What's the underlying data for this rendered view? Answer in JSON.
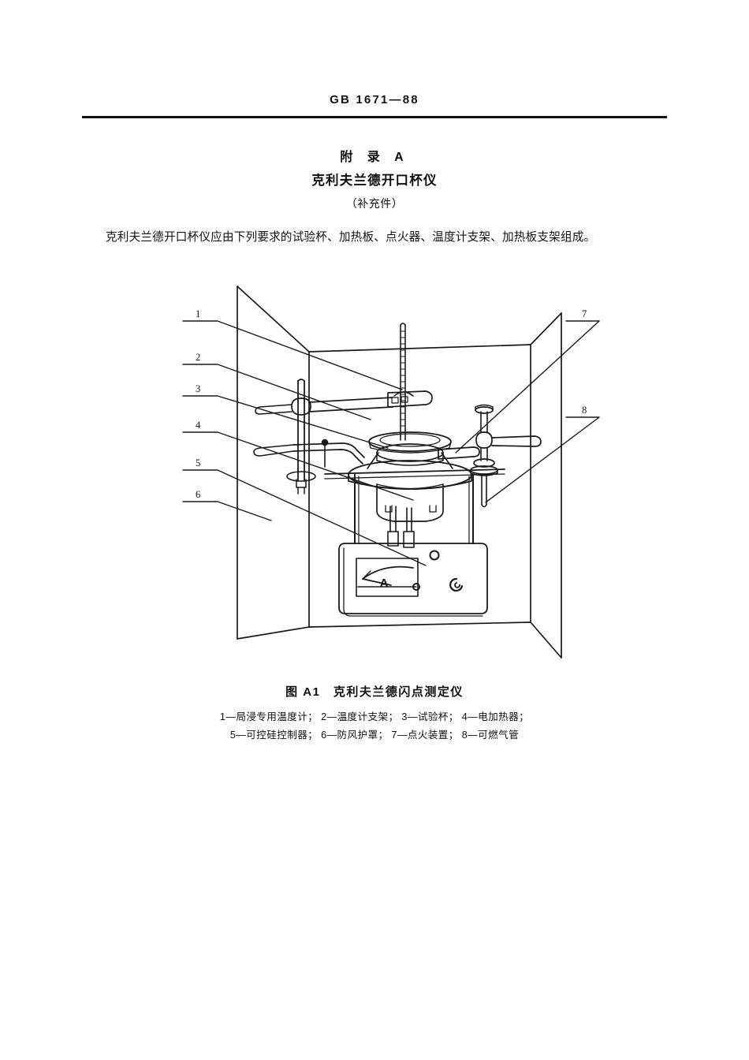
{
  "header": {
    "standard_number": "GB 1671—88"
  },
  "appendix": {
    "label": "附 录 A",
    "title": "克利夫兰德开口杯仪",
    "subtitle": "（补充件）",
    "intro": "克利夫兰德开口杯仪应由下列要求的试验杯、加热板、点火器、温度计支架、加热板支架组成。"
  },
  "figure": {
    "caption": "图 A1　克利夫兰德闪点测定仪",
    "legend_line_1": "1—局浸专用温度计； 2—温度计支架； 3—试验杯； 4—电加热器；",
    "legend_line_2": "5—可控硅控制器； 6—防风护罩； 7—点火装置； 8—可燃气管",
    "callouts": [
      {
        "number": "1",
        "label": "局浸专用温度计"
      },
      {
        "number": "2",
        "label": "温度计支架"
      },
      {
        "number": "3",
        "label": "试验杯"
      },
      {
        "number": "4",
        "label": "电加热器"
      },
      {
        "number": "5",
        "label": "可控硅控制器"
      },
      {
        "number": "6",
        "label": "防风护罩"
      },
      {
        "number": "7",
        "label": "点火装置"
      },
      {
        "number": "8",
        "label": "可燃气管"
      }
    ],
    "meter_symbol": "A"
  },
  "colors": {
    "ink": "#111111",
    "paper": "#ffffff",
    "line": "#1a1a1a"
  }
}
